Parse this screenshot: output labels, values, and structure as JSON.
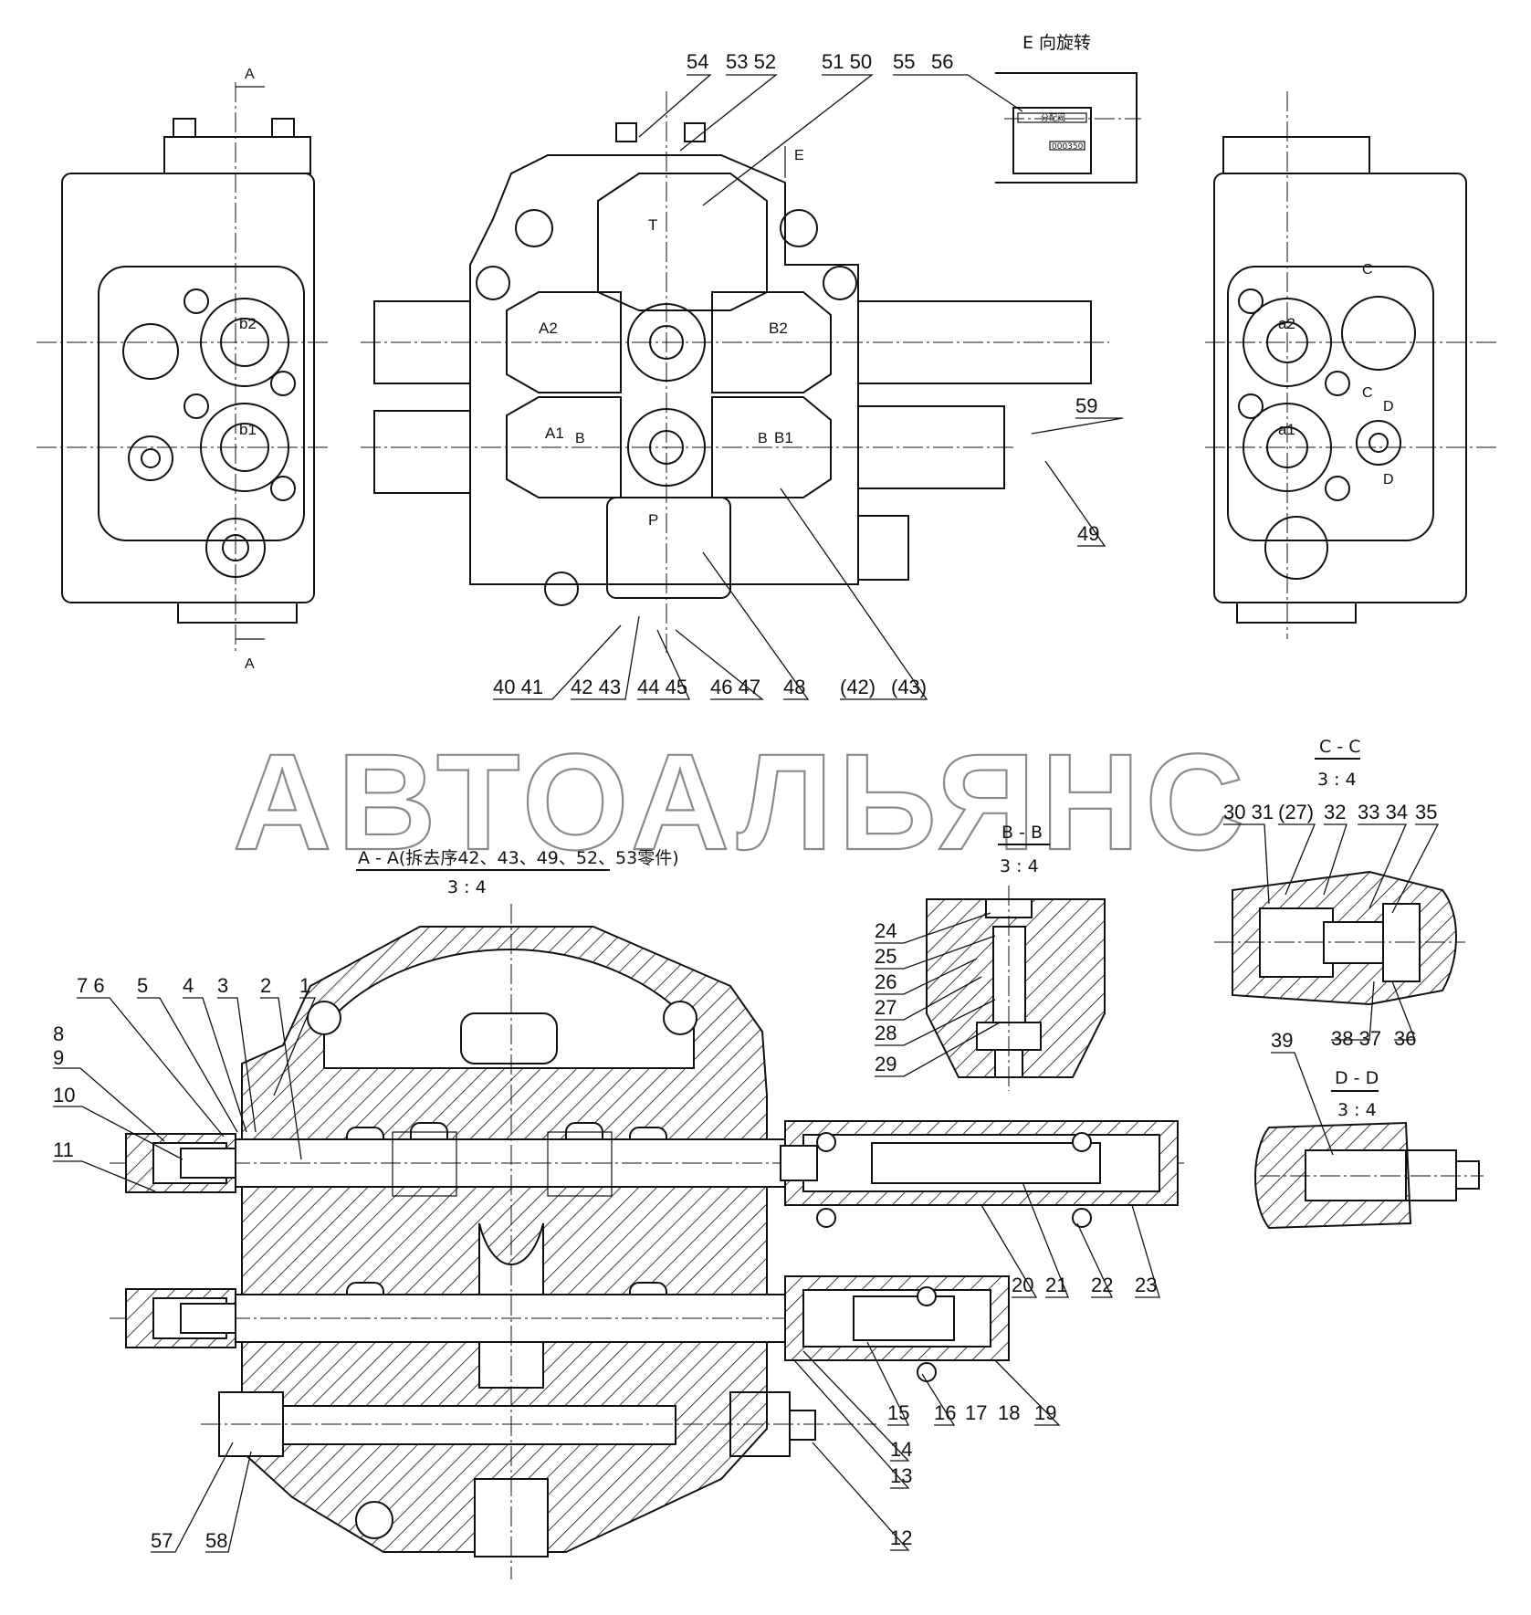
{
  "watermark": "АВТОАЛЬЯНС",
  "views": {
    "e_view_title": "E 向旋转",
    "e_arrow": "E",
    "section_aa_title": "A - A(拆去序42、43、49、52、53零件)",
    "section_aa_scale": "3 : 4",
    "section_bb_title": "B - B",
    "section_bb_scale": "3 : 4",
    "section_cc_title": "C - C",
    "section_cc_scale": "3 : 4",
    "section_dd_title": "D - D",
    "section_dd_scale": "3 : 4",
    "nameplate_title": "分配阀",
    "nameplate_serial": "000350"
  },
  "section_markers": [
    "A",
    "A",
    "B",
    "B",
    "C",
    "C",
    "D",
    "D"
  ],
  "ports": [
    "T",
    "A2",
    "B2",
    "A1",
    "B1",
    "P",
    "b2",
    "b1",
    "a2",
    "a1"
  ],
  "callouts_top": [
    "54",
    "53 52",
    "51 50",
    "55",
    "56",
    "59",
    "49"
  ],
  "callouts_bottom": [
    "40 41",
    "42 43",
    "44 45",
    "46 47",
    "48",
    "(42)",
    "(43)"
  ],
  "callouts_aa": [
    "7 6",
    "5",
    "4",
    "3",
    "2",
    "1",
    "8",
    "9",
    "10",
    "11",
    "20",
    "21",
    "22",
    "23",
    "15",
    "16",
    "17",
    "18",
    "19",
    "14",
    "13",
    "12",
    "57",
    "58"
  ],
  "callouts_bb": [
    "24",
    "25",
    "26",
    "27",
    "28",
    "29"
  ],
  "callouts_cc": [
    "30 31",
    "(27)",
    "32",
    "33 34",
    "35",
    "38 37",
    "36"
  ],
  "callouts_dd": [
    "39"
  ]
}
